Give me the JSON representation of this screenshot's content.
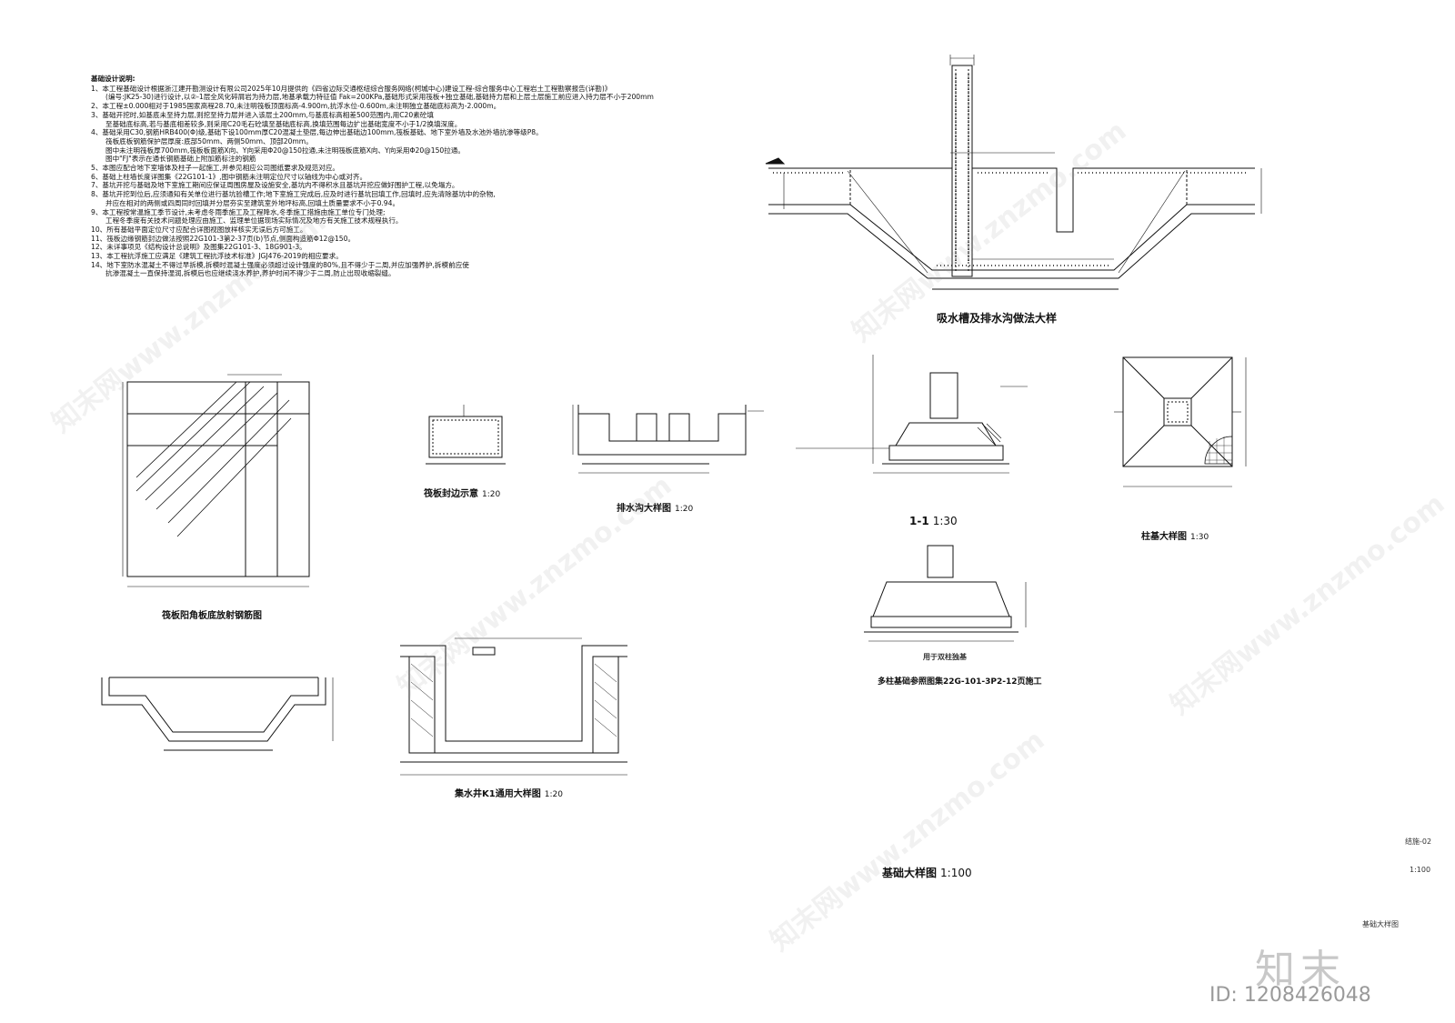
{
  "notes": {
    "heading": "基础设计说明:",
    "lines": [
      "1、本工程基础设计根据浙江建开勘测设计有限公司2025年10月提供的《四省边际交通枢纽综合服务网络(柯城中心)建设工程-综合服务中心工程岩土工程勘察报告(详勘)》",
      "(编号:JK25-30)进行设计,以②-1层全风化碎屑岩为持力层,地基承载力特征值 Fak=200KPa,基础形式采用筏板+独立基础,基础持力层和上层土层施工前应进入持力层不小于200mm",
      "2、本工程±0.000相对于1985国家高程28.70,未注明筏板顶面标高-4.900m,抗浮水位-0.600m,未注明独立基础底标高为-2.000m。",
      "3、基础开挖时,如基底未至持力层,则挖至持力层并进入该层土200mm,与基底标高相差500范围内,用C20素砼填",
      "至基础底标高,若与基底相差较多,则采用C20毛石砼填至基础底标高,换填范围每边扩出基础宽度不小于1/2换填深度。",
      "4、基础采用C30,钢筋HRB400(Φ)级,基础下设100mm厚C20混凝土垫层,每边伸出基础边100mm,筏板基础、地下室外墙及水池外墙抗渗等级P8。",
      "筏板底板钢筋保护层厚度:底部50mm、两侧50mm、顶部20mm。",
      "图中未注明筏板厚700mm,筏板板面筋X向、Y向采用Φ20@150拉通,未注明筏板底筋X向、Y向采用Φ20@150拉通。",
      "图中\"FJ\"表示在通长钢筋基础上附加筋标注的钢筋",
      "5、本图应配合地下室墙体及柱子一起施工,并参见相应公司图纸要求及规范对应。",
      "6、基础上柱墙长度详图集《22G101-1》,图中钢筋未注明定位尺寸以轴线为中心或对齐。",
      "7、基坑开挖与基础及地下室施工期间应保证周围房屋及设施安全,基坑内不得积水且基坑开挖应做好围护工程,以免塌方。",
      "8、基坑开挖到位后,应须通知有关单位进行基坑验槽工作;地下室施工完成后,应及时进行基坑回填工作,回填时,应先清除基坑中的杂物,",
      "并应在相对的两侧或四周同时回填并分层夯实至建筑室外地坪标高,回填土质量要求不小于0.94。",
      "9、本工程按常温施工季节设计,未考虑冬雨季施工及工程降水,冬季施工措施由施工单位专门处理;",
      "工程冬季度有关技术问题处理应由施工、监理单位据现场实际情况及地方有关施工技术规程执行。",
      "10、所有基础平面定位尺寸应配合详图视图放样核实无误后方可施工。",
      "11、筏板边缘钢筋封边做法按照22G101-3第2-37页(b)节点,侧面构造筋Φ12@150。",
      "12、未详事项见《结构设计总说明》及图集22G101-3、18G901-3。",
      "13、本工程抗浮施工应满足《建筑工程抗浮技术标准》JGJ476-2019的相应要求。",
      "14、地下室防水混凝土不得过早拆模,拆模时混凝土强度必须超过设计强度的80%,且不得少于二周,并应加强养护,拆模前应使",
      "抗渗混凝土一直保持湿润,拆模后也应继续浇水养护,养护时间不得少于二周,防止出现收缩裂缝。"
    ]
  },
  "captions": {
    "trough": "吸水槽及排水沟做法大样",
    "corner": "筏板阳角板底放射钢筋图",
    "edge": "筏板封边示意",
    "edge_scale": "1:20",
    "ditch": "排水沟大样图",
    "ditch_scale": "1:20",
    "section": "1-1",
    "section_scale": "1:30",
    "column": "柱基大样图",
    "column_scale": "1:30",
    "pit": "集水井K1通用大样图",
    "pit_scale": "1:20",
    "multi": "多柱基础参照图集22G-101-3P2-12页施工",
    "multi_sub": "用于双柱独基",
    "main": "基础大样图",
    "main_scale": "1:100",
    "sheet_no": "结施-02",
    "sheet_scale": "1:100",
    "sheet_title": "基础大样图"
  },
  "watermark": {
    "text": "知末网www.znzmo.com",
    "logo": "知末",
    "id": "ID: 1208426048"
  }
}
